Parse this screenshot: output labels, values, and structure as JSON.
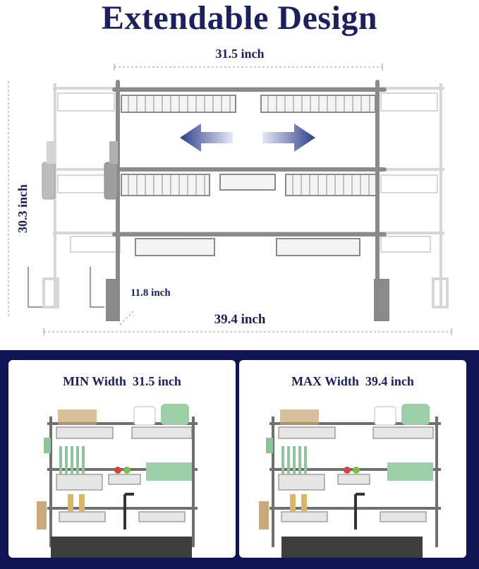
{
  "title": "Extendable Design",
  "dimensions": {
    "top_width": "31.5 inch",
    "height": "30.3 inch",
    "depth": "11.8 inch",
    "bottom_width": "39.4 inch"
  },
  "cards": [
    {
      "label": "MIN Width",
      "value": "31.5 inch"
    },
    {
      "label": "MAX Width",
      "value": "39.4 inch"
    }
  ],
  "colors": {
    "title": "#1b2160",
    "panel_bg": "#0e1552",
    "rack": "#8a8a8a",
    "arrow": "#2e3f8c"
  }
}
